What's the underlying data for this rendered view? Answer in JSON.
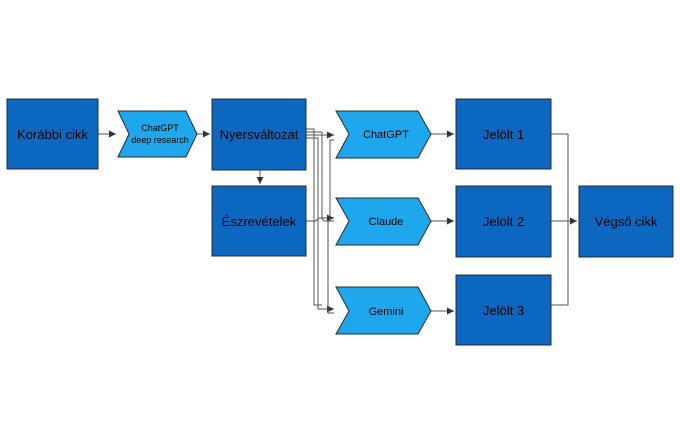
{
  "colors": {
    "dark_box": "#0b67bf",
    "light_shape": "#1ea7ec",
    "border": "#2b2b2b",
    "connector": "#555555"
  },
  "nodes": {
    "previous_article": "Korábbi cikk",
    "deep_research_line1": "ChatGPT",
    "deep_research_line2": "deep research",
    "draft": "Nyersváltozat",
    "observations": "Észrevételek",
    "chatgpt": "ChatGPT",
    "claude": "Claude",
    "gemini": "Gemini",
    "candidate1": "Jelölt 1",
    "candidate2": "Jelölt 2",
    "candidate3": "Jelölt 3",
    "final_article": "Végső cikk"
  }
}
